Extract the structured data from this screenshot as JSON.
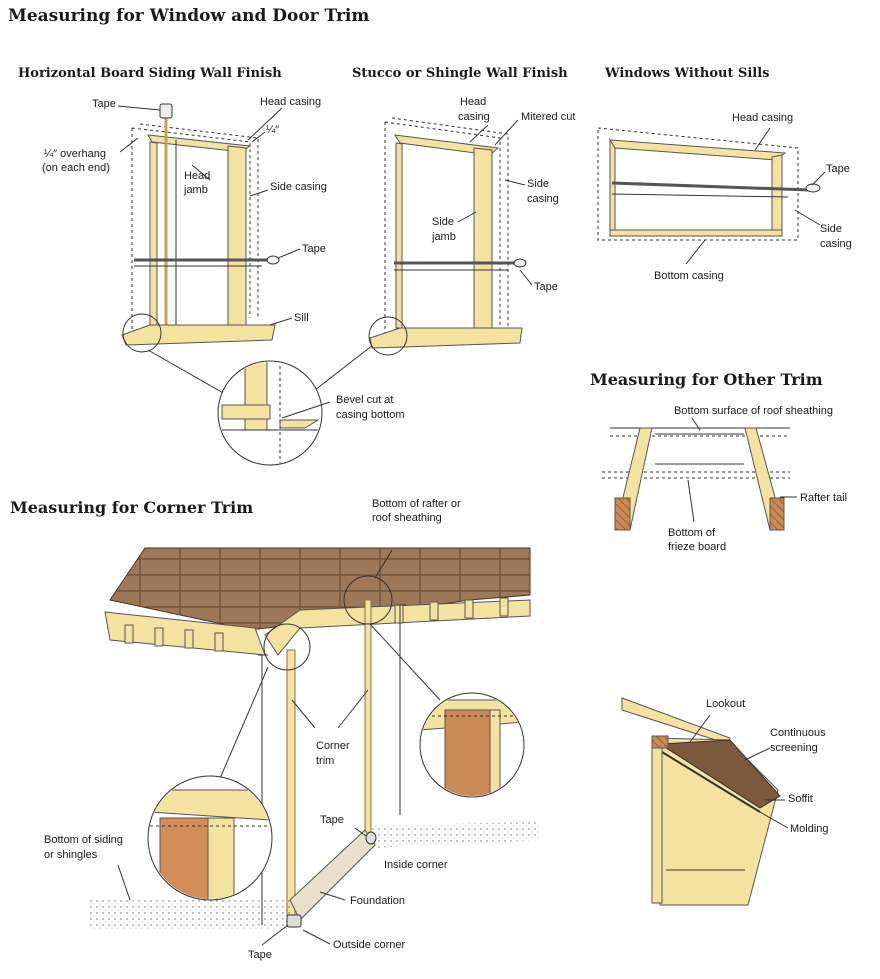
{
  "title": "Measuring for Window and Door Trim",
  "sections": {
    "horizontal": "Horizontal Board Siding Wall Finish",
    "stucco": "Stucco or Shingle Wall Finish",
    "nosills": "Windows Without Sills",
    "other": "Measuring for Other Trim",
    "corner": "Measuring for Corner Trim"
  },
  "labels": {
    "tape": "Tape",
    "head_casing": "Head casing",
    "quarter": "¼″",
    "overhang_1": "¼″ overhang",
    "overhang_2": "(on each end)",
    "head": "Head",
    "jamb": "jamb",
    "side_casing": "Side casing",
    "sill": "Sill",
    "head2": "Head",
    "casing2": "casing",
    "mitered_cut": "Mitered cut",
    "side": "Side",
    "casing": "casing",
    "side_jamb_1": "Side",
    "side_jamb_2": "jamb",
    "bevel_1": "Bevel cut at",
    "bevel_2": "casing bottom",
    "bottom_casing": "Bottom casing",
    "bottom_surface": "Bottom surface of roof sheathing",
    "rafter_tail": "Rafter tail",
    "frieze_1": "Bottom of",
    "frieze_2": "frieze board",
    "rafter_bottom_1": "Bottom of rafter or",
    "rafter_bottom_2": "roof sheathing",
    "corner_trim_1": "Corner",
    "corner_trim_2": "trim",
    "siding_1": "Bottom of siding",
    "siding_2": "or shingles",
    "inside_corner": "Inside corner",
    "foundation": "Foundation",
    "outside_corner": "Outside corner",
    "lookout": "Lookout",
    "continuous_1": "Continuous",
    "continuous_2": "screening",
    "soffit": "Soffit",
    "molding": "Molding"
  },
  "colors": {
    "wood": "#f4e2a0",
    "wood_dark": "#d9b974",
    "roof": "#a07a5a",
    "grain": "#b08040",
    "cut": "#c87a48"
  }
}
